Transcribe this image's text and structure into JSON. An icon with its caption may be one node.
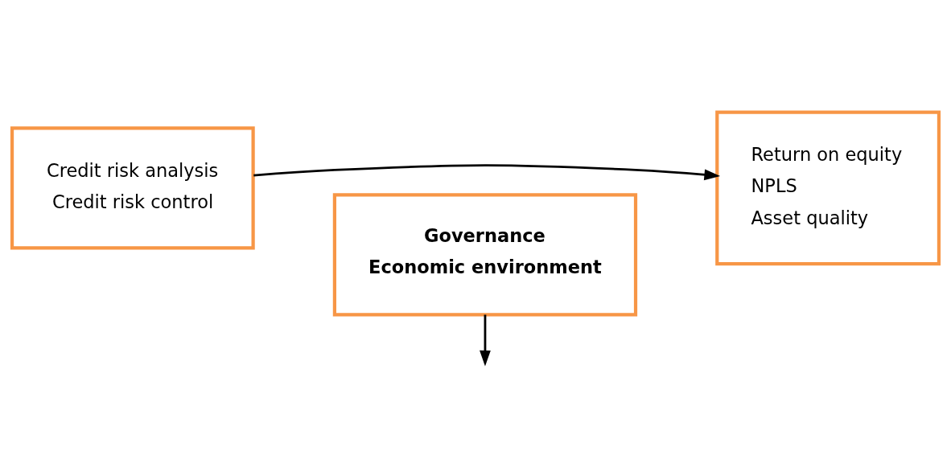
{
  "diagram": {
    "nodes": [
      {
        "text": [
          "Credit risk analysis",
          "Credit risk control"
        ]
      },
      {
        "text": [
          "Return on equity",
          "NPLS",
          "Asset quality"
        ]
      },
      {
        "text": [
          "Governance",
          "Economic environment"
        ]
      }
    ],
    "edges": [
      {
        "from": 0,
        "to": 1,
        "arrow": "to"
      },
      {
        "from": 2,
        "to": null,
        "arrow": "to"
      }
    ]
  }
}
